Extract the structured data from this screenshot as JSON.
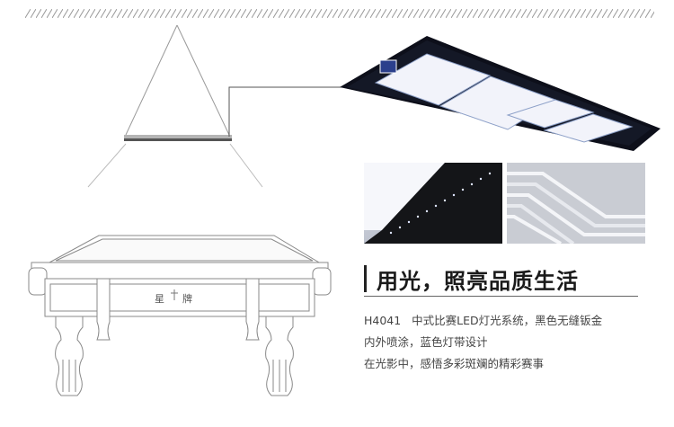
{
  "table_brand": "星",
  "table_brand_tail": "牌",
  "headline": "用光，照亮品质生活",
  "description": {
    "line1_model": "H4041",
    "line1_text": "中式比赛LED灯光系统，黑色无缝钣金",
    "line2": "内外喷涂，蓝色灯带设计",
    "line3": "在光影中，感悟多彩斑斓的精彩赛事"
  },
  "colors": {
    "lamp_frame": "#0d0f1a",
    "lamp_panel": "#eef0f8",
    "line_art": "#8a8a8a",
    "headline_accent": "#222222"
  }
}
